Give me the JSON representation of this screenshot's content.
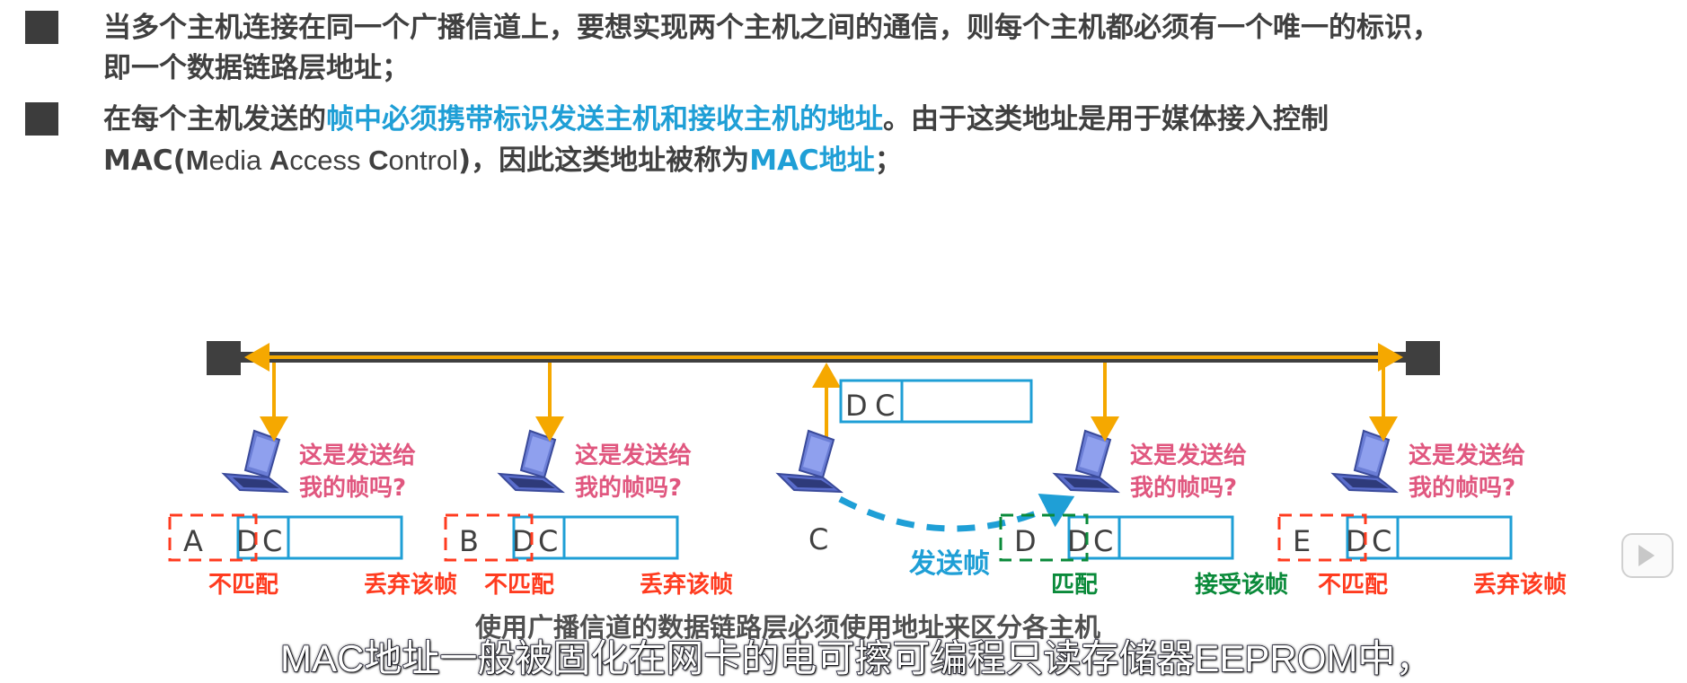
{
  "bullets": [
    {
      "line1": "当多个主机连接在同一个广播信道上，要想实现两个主机之间的通信，则每个主机都必须有一个唯一的标识，",
      "line2": "即一个数据链路层地址；"
    },
    {
      "pre": "在每个主机发送的",
      "hl": "帧中必须携带标识发送主机和接收主机的地址",
      "post": "。由于这类地址是用于媒体接入控制",
      "mac_prefix": "MAC(",
      "mac_m": "M",
      "mac_edia": "edia ",
      "mac_a": "A",
      "mac_ccess": "ccess ",
      "mac_c": "C",
      "mac_ontrol": "ontrol",
      "mac_suffix": ")，因此这类地址被称为",
      "mac_hl": "MAC地址",
      "mac_end": "；"
    }
  ],
  "diagram": {
    "hosts": [
      {
        "id": "A",
        "question": [
          "这是发送给",
          "我的帧吗?"
        ],
        "frame_dst": "D",
        "frame_src": "C",
        "match": "不匹配",
        "action": "丢弃该帧",
        "status": "mismatch"
      },
      {
        "id": "B",
        "question": [
          "这是发送给",
          "我的帧吗?"
        ],
        "frame_dst": "D",
        "frame_src": "C",
        "match": "不匹配",
        "action": "丢弃该帧",
        "status": "mismatch"
      },
      {
        "id": "C",
        "send_label": "发送帧",
        "frame_dst": "D",
        "frame_src": "C",
        "status": "sender"
      },
      {
        "id": "D",
        "question": [
          "这是发送给",
          "我的帧吗?"
        ],
        "frame_dst": "D",
        "frame_src": "C",
        "match": "匹配",
        "action": "接受该帧",
        "status": "match"
      },
      {
        "id": "E",
        "question": [
          "这是发送给",
          "我的帧吗?"
        ],
        "frame_dst": "D",
        "frame_src": "C",
        "match": "不匹配",
        "action": "丢弃该帧",
        "status": "mismatch"
      }
    ],
    "colors": {
      "bus": "#3f3f3f",
      "signal": "#f5a800",
      "frame": "#1f9fd6",
      "mismatch": "#ff3b1f",
      "match": "#0a8a3a",
      "question": "#e0577f",
      "laptop": "#6b7ed6"
    },
    "caption": "使用广播信道的数据链路层必须使用地址来区分各主机"
  },
  "subtitle": "MAC地址一般被固化在网卡的电可擦可编程只读存储器EEPROM中，",
  "player": {
    "icon": "play-icon"
  }
}
